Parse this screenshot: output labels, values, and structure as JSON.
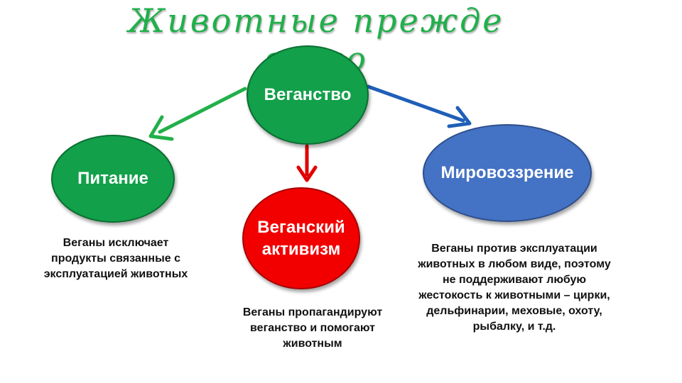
{
  "title": "Животные прежде всего",
  "nodes": {
    "center": "Веганство",
    "left": "Питание",
    "middle": "Веганский активизм",
    "right": "Мировоззрение"
  },
  "captions": {
    "left": "Веганы исключает продукты связанные с эксплуатацией животных",
    "middle": "Веганы пропагандируют веганство и помогают животным",
    "right": "Веганы против эксплуатации животных в любом виде, поэтому не поддерживают любую жестокость к животными – цирки, дельфинарии, меховые, охоту, рыбалку, и т.д."
  },
  "colors": {
    "title": "#1fb04a",
    "green_node": "#12a04a",
    "red_node": "#f20000",
    "blue_node": "#4472c4",
    "arrow_left": "#22b04a",
    "arrow_down": "#e00000",
    "arrow_right": "#1f5fb8"
  }
}
